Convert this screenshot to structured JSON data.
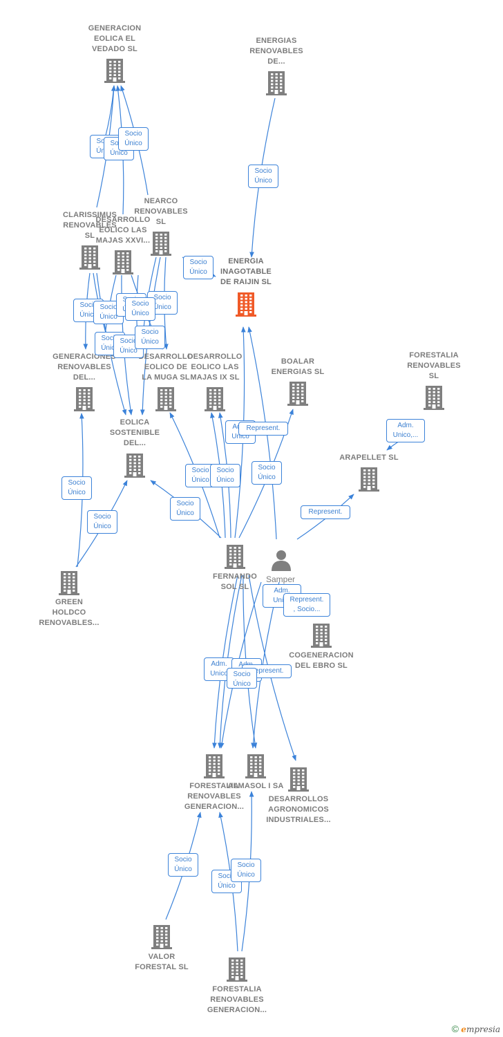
{
  "colors": {
    "edge": "#3b82d9",
    "building": "#7f7f7f",
    "focus": "#f05a28",
    "text": "#7c7c7c",
    "label_text": "#3b7fd0"
  },
  "nodes": [
    {
      "id": "gen_eolica_vedado",
      "lines": [
        "GENERACION",
        "EOLICA EL",
        "VEDADO SL"
      ]
    },
    {
      "id": "energias_renovables",
      "lines": [
        "ENERGIAS",
        "RENOVABLES",
        "DE..."
      ]
    },
    {
      "id": "clarissimus",
      "lines": [
        "CLARISSIMUS",
        "RENOVABLES",
        "SL"
      ]
    },
    {
      "id": "desarrollo_majas_xxvi",
      "lines": [
        "DESARROLLO",
        "EOLICO LAS",
        "MAJAS XXVI..."
      ]
    },
    {
      "id": "nearco",
      "lines": [
        "NEARCO",
        "RENOVABLES",
        "SL"
      ]
    },
    {
      "id": "raijin",
      "lines": [
        "ENERGIA",
        "INAGOTABLE",
        "DE RAIJIN  SL"
      ],
      "focus": true
    },
    {
      "id": "generaciones_renovables",
      "lines": [
        "GENERACIONES",
        "RENOVABLES",
        "DEL..."
      ]
    },
    {
      "id": "desarrollo_muga",
      "lines": [
        "DESARROLLO",
        "EOLICO DE",
        "LA MUGA SL"
      ]
    },
    {
      "id": "desarrollo_majas_ix",
      "lines": [
        "DESARROLLO",
        "EOLICO LAS",
        "MAJAS IX  SL"
      ]
    },
    {
      "id": "boalar",
      "lines": [
        "BOALAR",
        "ENERGIAS  SL"
      ]
    },
    {
      "id": "forestalia_sl",
      "lines": [
        "FORESTALIA",
        "RENOVABLES",
        "SL"
      ]
    },
    {
      "id": "eolica_sostenible",
      "lines": [
        "EOLICA",
        "SOSTENIBLE",
        "DEL..."
      ]
    },
    {
      "id": "arapellet",
      "lines": [
        "ARAPELLET  SL"
      ]
    },
    {
      "id": "green_holdco",
      "lines": [
        "GREEN",
        "HOLDCO",
        "RENOVABLES..."
      ]
    },
    {
      "id": "fernando_sol",
      "lines": [
        "FERNANDO",
        "SOL SL"
      ]
    },
    {
      "id": "cogeneracion_ebro",
      "lines": [
        "COGENERACION",
        "DEL EBRO  SL"
      ]
    },
    {
      "id": "forestalia_gen_1",
      "lines": [
        "FORESTALIA",
        "RENOVABLES",
        "GENERACION..."
      ]
    },
    {
      "id": "almasol",
      "lines": [
        "ALMASOL I SA"
      ]
    },
    {
      "id": "desarrollos_agronomicos",
      "lines": [
        "DESARROLLOS",
        "AGRONOMICOS",
        "INDUSTRIALES..."
      ]
    },
    {
      "id": "valor_forestal",
      "lines": [
        "VALOR",
        "FORESTAL SL"
      ]
    },
    {
      "id": "forestalia_gen_2",
      "lines": [
        "FORESTALIA",
        "RENOVABLES",
        "GENERACION..."
      ]
    }
  ],
  "person": {
    "label": "Samper"
  },
  "edge_labels": [
    {
      "lines": [
        "Socio",
        "Único"
      ]
    },
    {
      "lines": [
        "Socio",
        "Único"
      ]
    },
    {
      "lines": [
        "Socio",
        "Único"
      ]
    },
    {
      "lines": [
        "Socio",
        "Único"
      ]
    },
    {
      "lines": [
        "Socio",
        "Único"
      ]
    },
    {
      "lines": [
        "Socio",
        "Único"
      ]
    },
    {
      "lines": [
        "Socio",
        "Único"
      ]
    },
    {
      "lines": [
        "Socio",
        "Único"
      ]
    },
    {
      "lines": [
        "Socio",
        "Único"
      ]
    },
    {
      "lines": [
        "Socio",
        "Único"
      ]
    },
    {
      "lines": [
        "Socio",
        "Único"
      ]
    },
    {
      "lines": [
        "Socio",
        "Único"
      ]
    },
    {
      "lines": [
        "Socio",
        "Único"
      ]
    },
    {
      "lines": [
        "Socio",
        "Único"
      ]
    },
    {
      "lines": [
        "Socio",
        "Único"
      ]
    },
    {
      "lines": [
        "Adm.",
        "Unico,..."
      ]
    },
    {
      "lines": [
        "Socio",
        "Único"
      ]
    },
    {
      "lines": [
        "Socio",
        "Único"
      ]
    },
    {
      "lines": [
        "Socio",
        "Único"
      ]
    },
    {
      "lines": [
        "Socio",
        "Único"
      ]
    },
    {
      "lines": [
        "Socio",
        "Único"
      ]
    },
    {
      "lines": [
        "Adm.",
        "Unico"
      ]
    },
    {
      "lines": [
        "Represent."
      ]
    },
    {
      "lines": [
        "Socio",
        "Único"
      ]
    },
    {
      "lines": [
        "Represent."
      ]
    },
    {
      "lines": [
        "Adm.",
        "Unico"
      ]
    },
    {
      "lines": [
        "Represent.",
        ", Socio..."
      ]
    },
    {
      "lines": [
        "Adm.",
        "Unico"
      ]
    },
    {
      "lines": [
        "Adm.",
        "Unico"
      ]
    },
    {
      "lines": [
        "Represent."
      ]
    },
    {
      "lines": [
        "Socio",
        "Único"
      ]
    },
    {
      "lines": [
        "Socio",
        "Único"
      ]
    },
    {
      "lines": [
        "Socio",
        "Único"
      ]
    },
    {
      "lines": [
        "Socio",
        "Único"
      ]
    }
  ],
  "brand": {
    "copyright": "©",
    "initial": "e",
    "name": "mpresia"
  }
}
